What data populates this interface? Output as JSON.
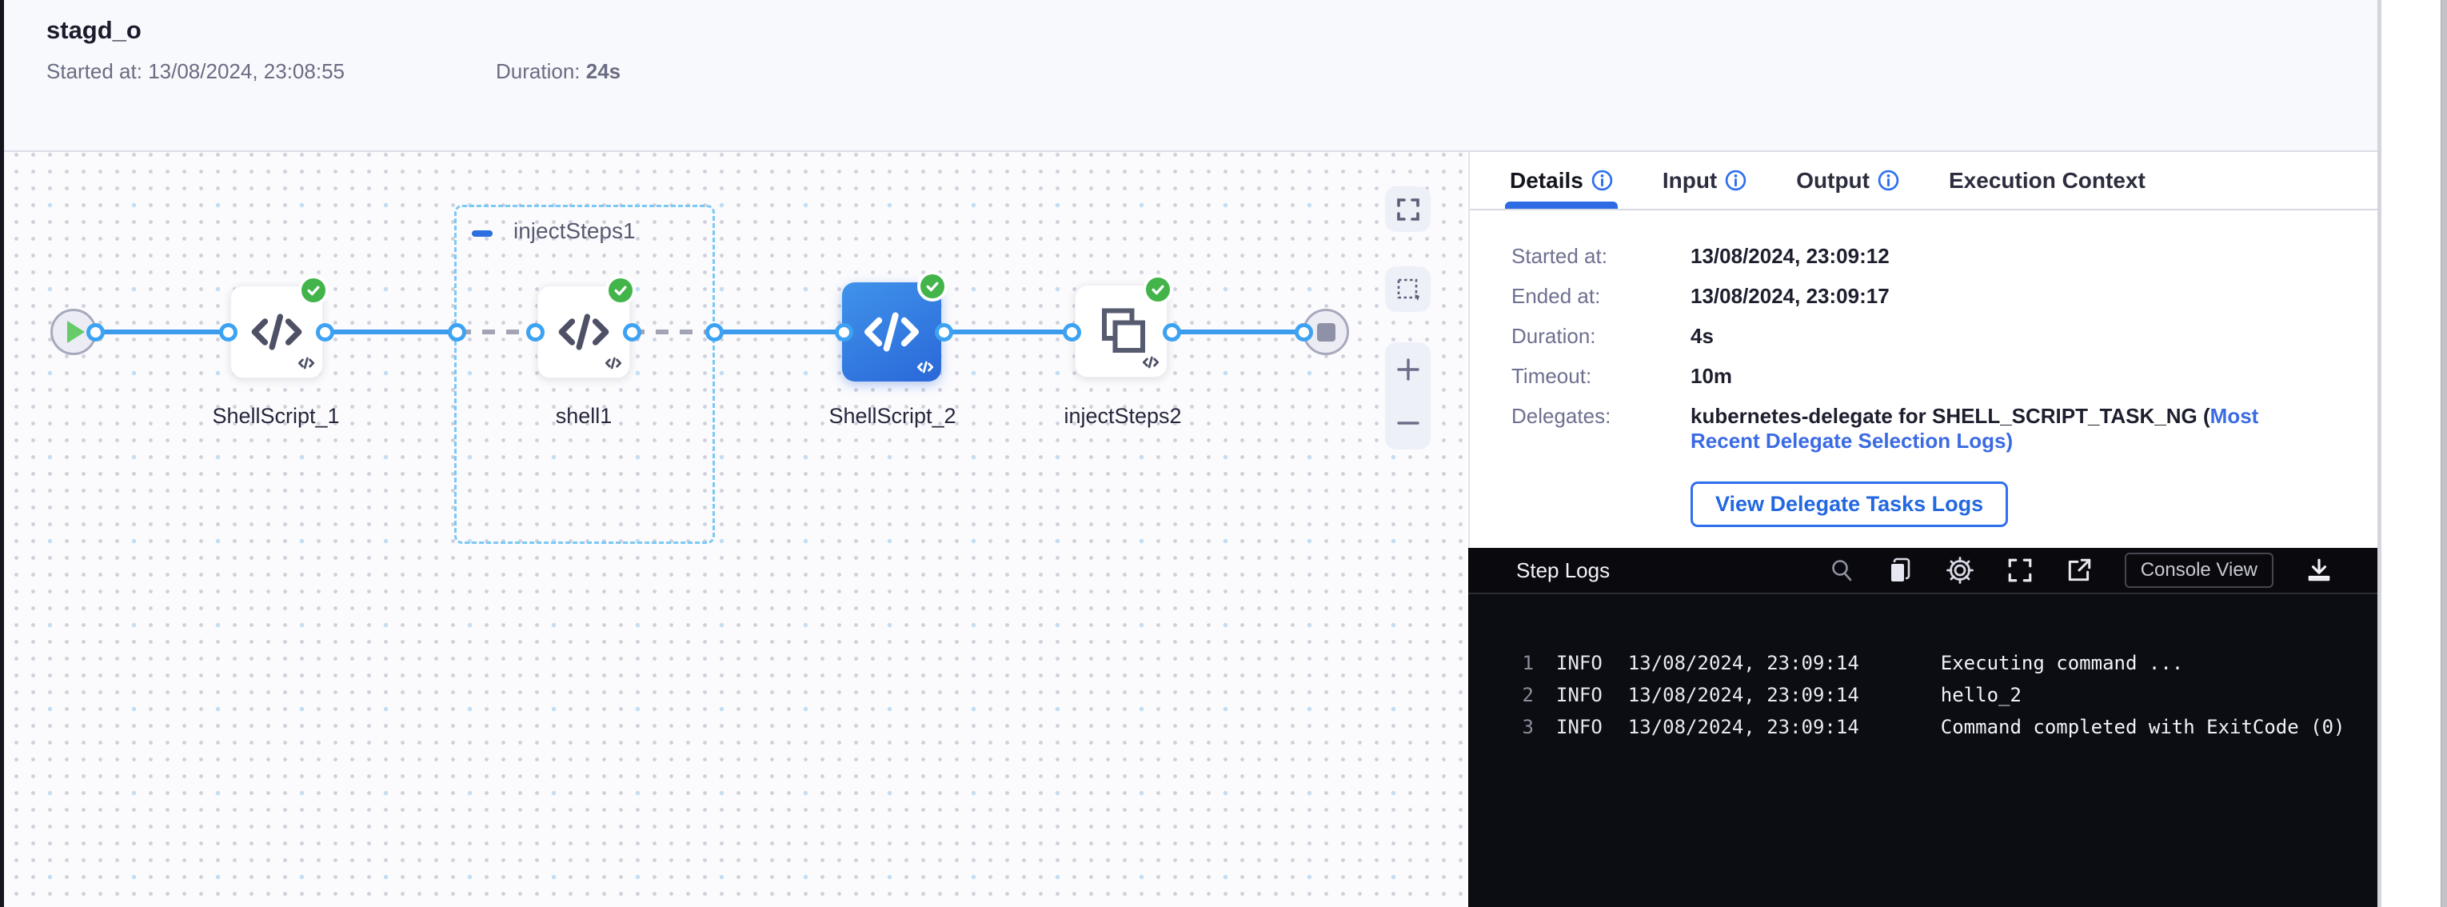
{
  "header": {
    "title": "stagd_o",
    "started_label": "Started at:",
    "started_value": "13/08/2024, 23:08:55",
    "duration_label": "Duration:",
    "duration_value": "24s"
  },
  "graph": {
    "groups": [
      {
        "name": "injectSteps1"
      },
      {
        "name": "injectSteps2"
      }
    ],
    "nodes": [
      {
        "id": "start"
      },
      {
        "label": "ShellScript_1",
        "type": "shell-script",
        "status": "success"
      },
      {
        "label": "shell1",
        "type": "shell-script",
        "status": "success"
      },
      {
        "label": "ShellScript_2",
        "type": "shell-script",
        "status": "success",
        "selected": true
      },
      {
        "label": "injectSteps2",
        "type": "step-group",
        "status": "success"
      },
      {
        "id": "end"
      }
    ]
  },
  "panel": {
    "tabs": [
      {
        "label": "Details",
        "active": true,
        "info": true
      },
      {
        "label": "Input",
        "active": false,
        "info": true
      },
      {
        "label": "Output",
        "active": false,
        "info": true
      },
      {
        "label": "Execution Context",
        "active": false,
        "info": false
      }
    ],
    "details": {
      "rows": [
        {
          "label": "Started at:",
          "value": "13/08/2024, 23:09:12"
        },
        {
          "label": "Ended at:",
          "value": "13/08/2024, 23:09:17"
        },
        {
          "label": "Duration:",
          "value": "4s"
        },
        {
          "label": "Timeout:",
          "value": "10m"
        }
      ],
      "delegates_label": "Delegates:",
      "delegates_text": "kubernetes-delegate for SHELL_SCRIPT_TASK_NG (",
      "delegates_link": "Most Recent Delegate Selection Logs",
      "delegates_suffix": ")",
      "button_label": "View Delegate Tasks Logs"
    },
    "logs": {
      "title": "Step Logs",
      "console_view_label": "Console View",
      "lines": [
        {
          "num": "1",
          "level": "INFO",
          "time": "13/08/2024, 23:09:14",
          "msg": "Executing command ..."
        },
        {
          "num": "2",
          "level": "INFO",
          "time": "13/08/2024, 23:09:14",
          "msg": "hello_2"
        },
        {
          "num": "3",
          "level": "INFO",
          "time": "13/08/2024, 23:09:14",
          "msg": "Command completed with ExitCode (0)"
        }
      ]
    }
  },
  "colors": {
    "primary_blue": "#2f6fed",
    "edge_blue": "#3b9bec",
    "success_green": "#42b44a",
    "selected_node_blue": "#2e7be2",
    "log_background": "#0c0d12",
    "header_band": "#f8f9fd"
  }
}
